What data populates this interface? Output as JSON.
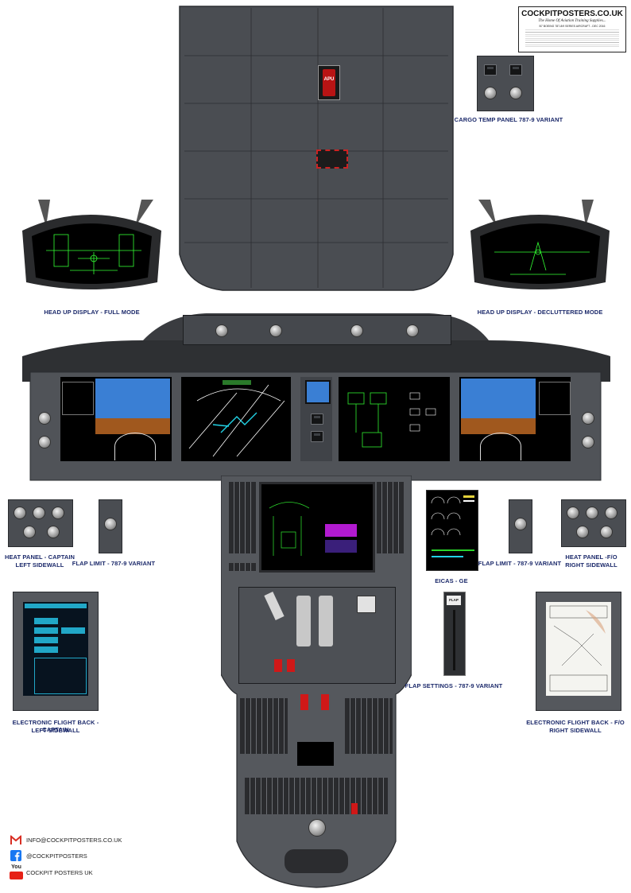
{
  "brand": {
    "logo_text": "COCKPITPOSTERS.CO.UK",
    "tagline": "The Home Of Aviation Training Supplies...",
    "subtitle": "B7 BOEING 787-8/9 SERIES AIRCRAFT - DEC 2016"
  },
  "apu_label": "APU",
  "flap_knob_label": "FLAP",
  "captions": {
    "cargo_temp": "CARGO TEMP PANEL 787-9 VARIANT",
    "hud_full": "HEAD UP DISPLAY - FULL MODE",
    "hud_declutter": "HEAD UP DISPLAY - DECLUTTERED MODE",
    "heat_captain_l1": "HEAT PANEL - CAPTAIN",
    "heat_captain_l2": "LEFT SIDEWALL",
    "flap_limit_left": "FLAP LIMIT - 787-9 VARIANT",
    "eicas_ge": "EICAS - GE",
    "flap_limit_right": "FLAP LIMIT - 787-9 VARIANT",
    "heat_fo_l1": "HEAT PANEL -F/O",
    "heat_fo_l2": "RIGHT SIDEWALL",
    "flap_settings": "FLAP SETTINGS - 787-9 VARIANT",
    "efb_captain_l1": "ELECTRONIC FLIGHT BACK - CAPTAIN",
    "efb_captain_l2": "LEFT SIDEWALL",
    "efb_fo_l1": "ELECTRONIC FLIGHT BACK - F/O",
    "efb_fo_l2": "RIGHT SIDEWALL"
  },
  "contact": {
    "email": "INFO@COCKPITPOSTERS.CO.UK",
    "facebook": "@COCKPITPOSTERS",
    "youtube": "COCKPIT POSTERS UK",
    "youtube_icon_text": "You"
  },
  "colors": {
    "caption": "#1c2a6b",
    "panel_gray": "#4a4d52",
    "hud_green": "#33ff33",
    "pfd_sky": "#3a7fd4",
    "pfd_ground": "#a0581e",
    "eicas_green": "#2bd42b",
    "nd_cyan": "#22d3e6",
    "warning_red": "#d01818",
    "gmail_red": "#d93025",
    "facebook_blue": "#1877f2",
    "youtube_red": "#e62117"
  },
  "icons": [
    "gmail-icon",
    "facebook-icon",
    "youtube-icon"
  ]
}
